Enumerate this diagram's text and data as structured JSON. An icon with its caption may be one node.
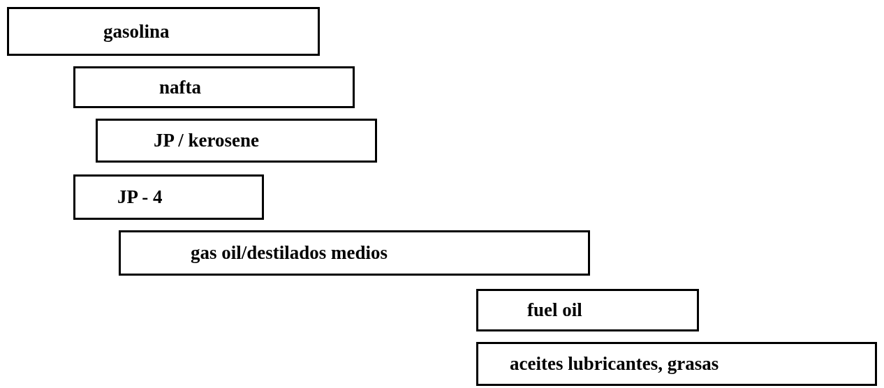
{
  "diagram": {
    "nodes": [
      {
        "text": [
          "gasolina"
        ]
      },
      {
        "text": [
          "nafta"
        ]
      },
      {
        "text": [
          "JP / kerosene"
        ]
      },
      {
        "text": [
          "JP - 4"
        ]
      },
      {
        "text": [
          "gas oil/destilados medios"
        ]
      },
      {
        "text": [
          "fuel oil"
        ]
      },
      {
        "text": [
          "aceites lubricantes, grasas"
        ]
      }
    ]
  }
}
